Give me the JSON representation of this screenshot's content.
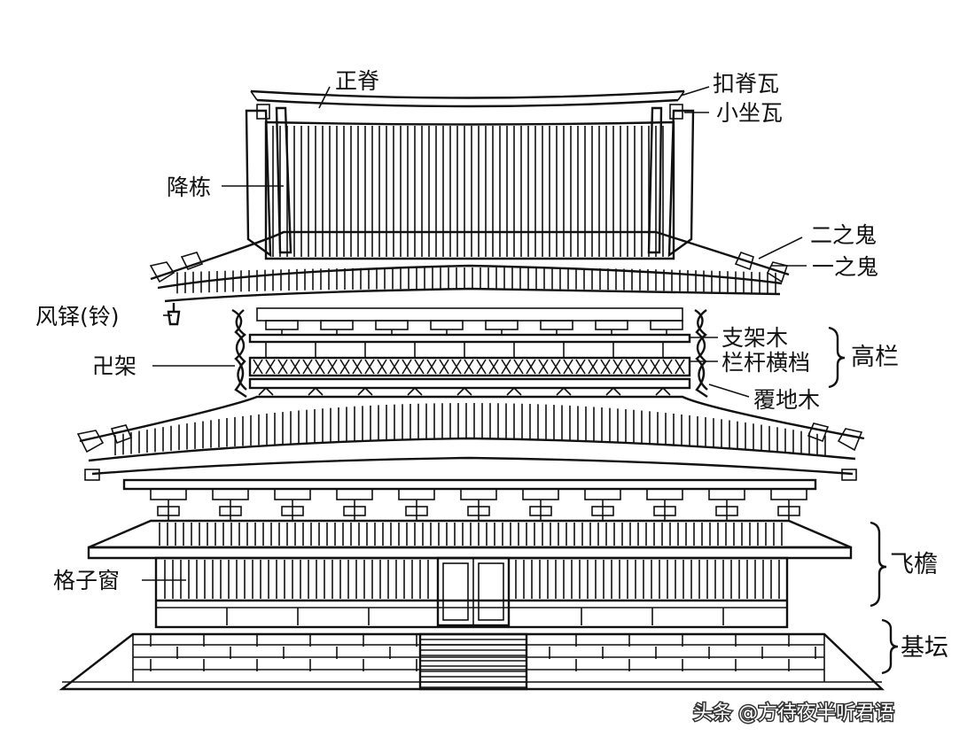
{
  "labels": {
    "zhengji": "正脊",
    "kouji_wa": "扣脊瓦",
    "xiaozuo_wa": "小坐瓦",
    "jiangdong": "降栋",
    "erzhi_gui": "二之鬼",
    "yizhi_gui": "一之鬼",
    "fengduo": "风铎(铃)",
    "zhijia_mu": "支架木",
    "wan_jia": "卍架",
    "langan_hengdang": "栏杆横档",
    "gaolan": "高栏",
    "fudi_mu": "覆地木",
    "feiyan": "飞檐",
    "gezi_chuang": "格子窗",
    "jitan": "基坛"
  },
  "watermark": "头条 @方待夜半听君语",
  "colors": {
    "ink": "#111111",
    "background": "#ffffff"
  }
}
